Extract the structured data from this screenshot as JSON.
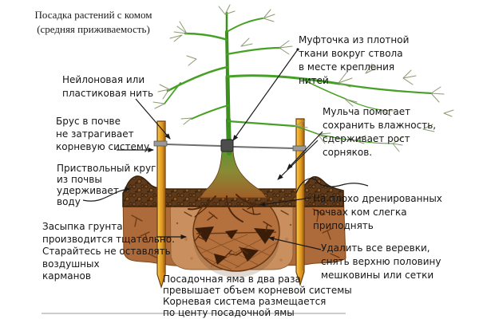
{
  "title": {
    "text": "Посадка растений с комом\n(средняя приживаемость)"
  },
  "labels": {
    "nylon": "Нейлоновая или\nпластиковая нить",
    "beam": "Брус в почве\nне затрагивает\nкорневую систему",
    "ring": "Приствольный круг\nиз почвы\nудерживает\nводу",
    "backfill": "Засыпка грунта\nпроизводится тщательно.\nСтарайтесь не оставлять\nвоздушных\nкарманов",
    "muff": "Муфточка из плотной\nткани вокруг ствола\nв месте крепления\nнитей",
    "mulch": "Мульча помогает\nсохранить влажность,\nсдерживает рост\nсорняков.",
    "drainage": "На плохо дренированных\nпочвах ком слегка\nприподнять",
    "ropes": "Удалить все веревки,\nснять верхню половину\nмешковины или сетки",
    "pit": "Посадочная яма в два раза\nпревышает объем корневой системы\nКорневая система размещается\nпо центу посадочной ямы"
  },
  "colors": {
    "soil": "#ad6a3a",
    "pit": "#c98f5e",
    "ball": "#b5713d",
    "mulch_base": "#5f3a1a",
    "stake": "#eda928",
    "leaf": "#46a026",
    "twig": "#8b9b72",
    "wire": "#6e6e6e",
    "muff": "#4d4d4d",
    "arrow": "#1a1a1a",
    "text": "#161616"
  }
}
